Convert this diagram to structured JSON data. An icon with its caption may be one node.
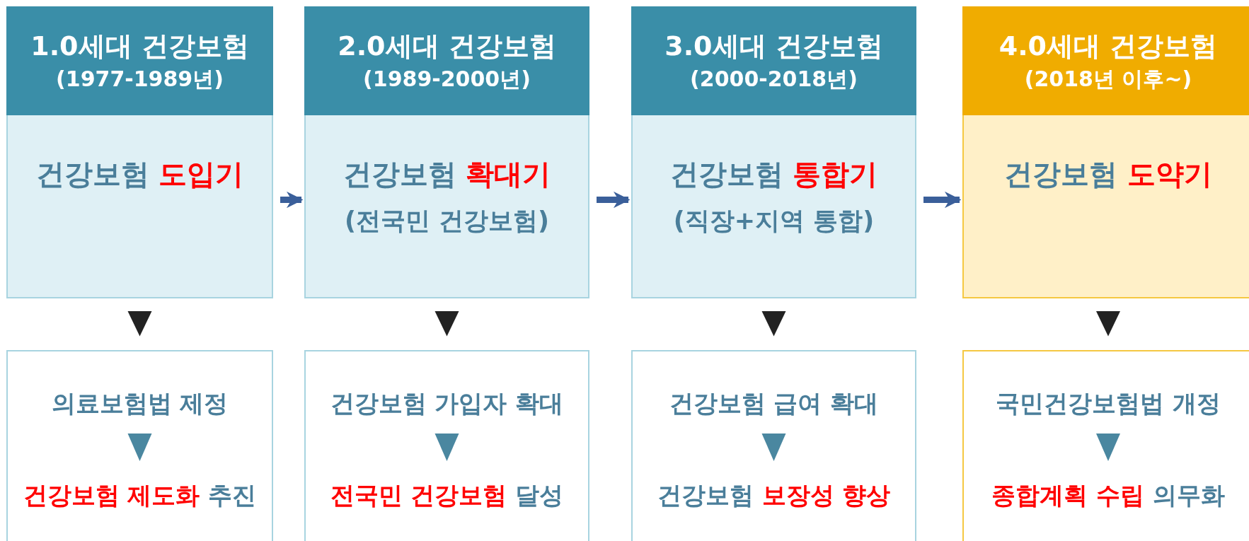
{
  "diagram": {
    "nodes": [
      {
        "text": [
          "1.0세대 건강보험",
          "(1977-1989년)"
        ]
      },
      {
        "text": [
          "건강보험 **도입기**"
        ]
      },
      {
        "text": [],
        "shape": "box"
      },
      {
        "text": [
          "의료보험법 제정"
        ],
        "in": 2
      },
      {
        "text": [
          "**건강보험 제도화** 추진"
        ],
        "in": 2
      },
      {
        "text": [
          "2.0세대 건강보험",
          "(1989-2000년)"
        ]
      },
      {
        "text": [
          "건강보험 **확대기**",
          "(전국민 건강보험)"
        ]
      },
      {
        "text": [],
        "shape": "box"
      },
      {
        "text": [
          "건강보험 가입자 확대"
        ],
        "in": 7
      },
      {
        "text": [
          "**전국민 건강보험** 달성"
        ],
        "in": 7
      },
      {
        "text": [
          "3.0세대 건강보험",
          "(2000-2018년)"
        ]
      },
      {
        "text": [
          "건강보험 **통합기**",
          "(직장+지역 통합)"
        ]
      },
      {
        "text": [],
        "shape": "box"
      },
      {
        "text": [
          "건강보험 급여 확대"
        ],
        "in": 12
      },
      {
        "text": [
          "건강보험 **보장성 향상**"
        ],
        "in": 12
      },
      {
        "text": [
          "4.0세대 건강보험",
          "(2018년 이후~)"
        ]
      },
      {
        "text": [
          "건강보험 **도약기**"
        ]
      },
      {
        "text": [],
        "shape": "box"
      },
      {
        "text": [
          "국민건강보험법 개정"
        ],
        "in": 17
      },
      {
        "text": [
          "**종합계획 수립** 의무화"
        ],
        "in": 17
      }
    ],
    "edges": [
      {
        "from": 1,
        "to": 6,
        "arrow": "to"
      },
      {
        "from": 6,
        "to": 11,
        "arrow": "to"
      },
      {
        "from": 11,
        "to": 16,
        "arrow": "to"
      },
      {
        "from": 1,
        "to": 2,
        "arrow": "to"
      },
      {
        "from": 6,
        "to": 7,
        "arrow": "to"
      },
      {
        "from": 11,
        "to": 12,
        "arrow": "to"
      },
      {
        "from": 16,
        "to": 17,
        "arrow": "to"
      },
      {
        "from": 3,
        "to": 4,
        "arrow": "to",
        "color": "#4a87a0"
      },
      {
        "from": 8,
        "to": 9,
        "arrow": "to",
        "color": "#4a87a0"
      },
      {
        "from": 13,
        "to": 14,
        "arrow": "to",
        "color": "#4a87a0"
      },
      {
        "from": 18,
        "to": 19,
        "arrow": "to",
        "color": "#4a87a0"
      }
    ]
  }
}
